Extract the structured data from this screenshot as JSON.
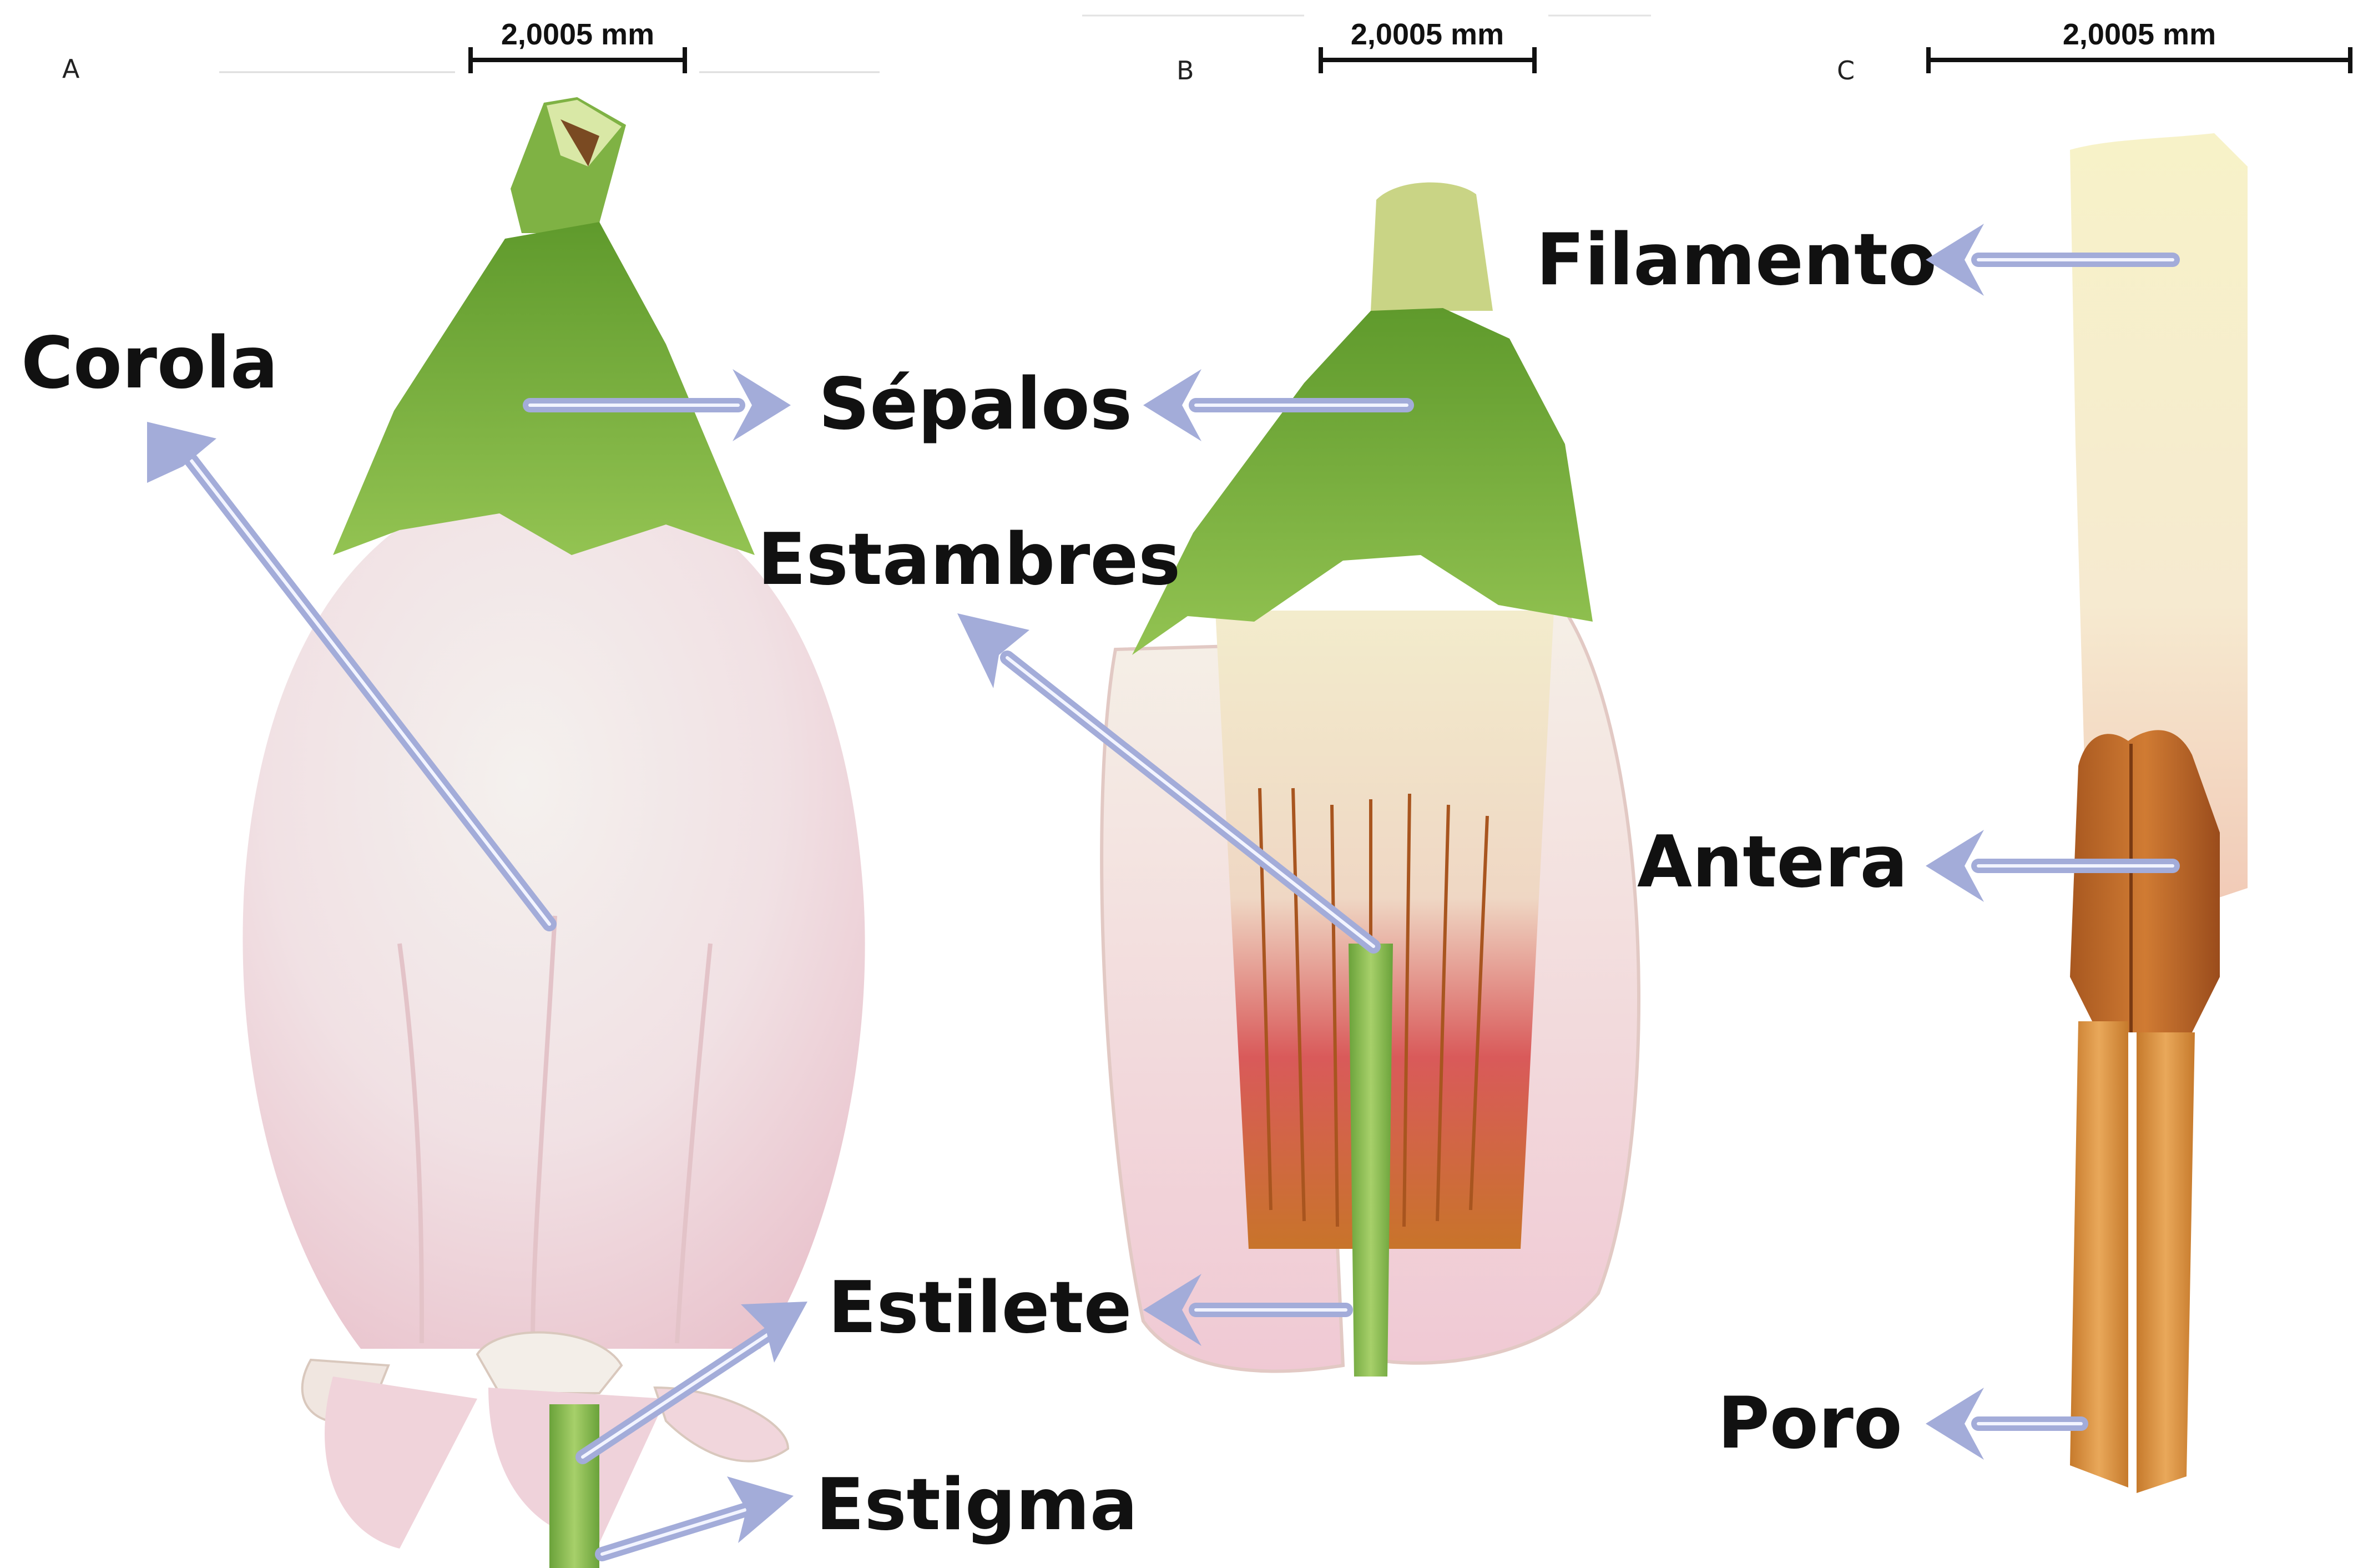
{
  "panels": {
    "a": {
      "letter": "A",
      "scale_label": "2,0005 mm"
    },
    "b": {
      "letter": "B",
      "scale_label": "2,0005 mm"
    },
    "c": {
      "letter": "C",
      "scale_label": "2,0005 mm"
    }
  },
  "labels": {
    "corola": "Corola",
    "sepalos": "Sépalos",
    "estambres": "Estambres",
    "estilete": "Estilete",
    "estigma": "Estigma",
    "filamento": "Filamento",
    "antera": "Antera",
    "poro": "Poro"
  },
  "colors": {
    "arrow": "#a3acd9",
    "sepal_green": "#8fc04c",
    "corolla_pink": "#f3d6dc",
    "anther_orange": "#c8742a"
  }
}
